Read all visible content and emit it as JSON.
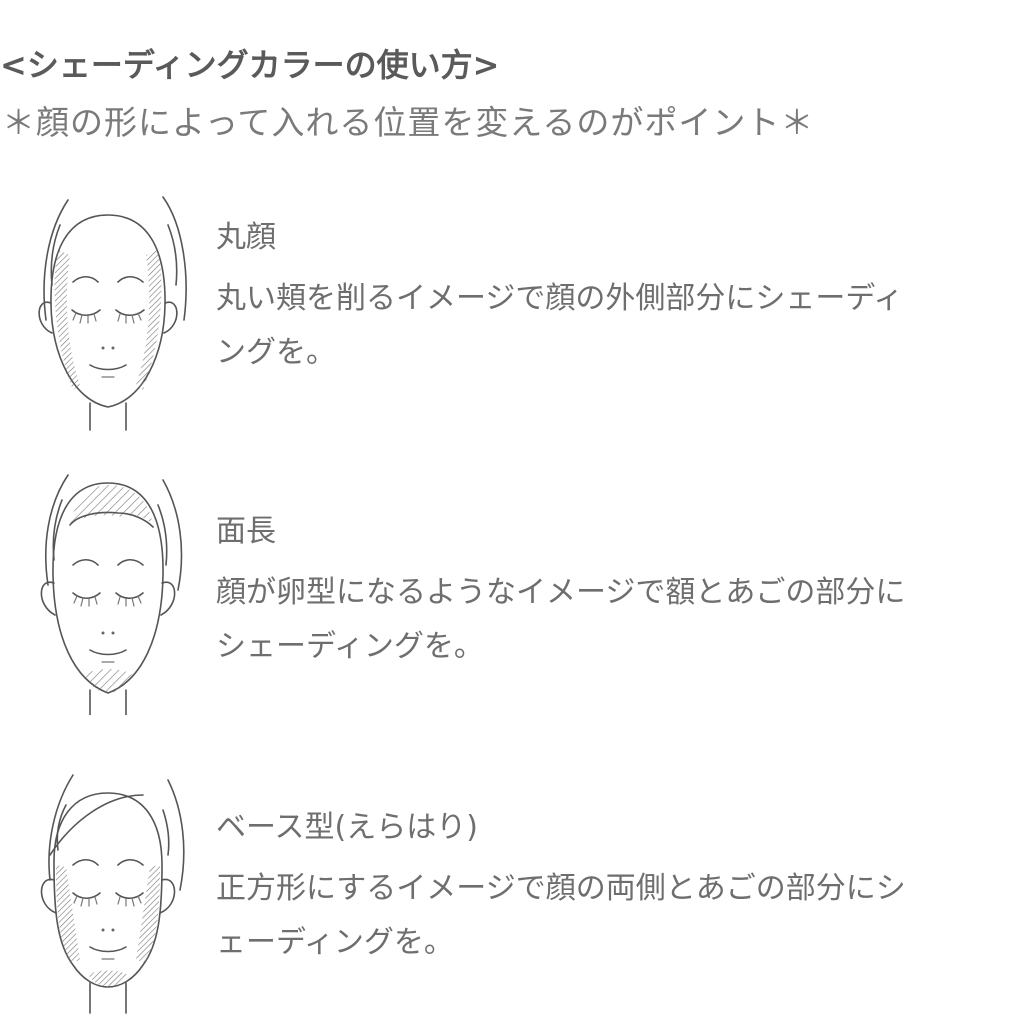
{
  "header": {
    "title": "<シェーディングカラーの使い方>",
    "subtitle": "＊顔の形によって入れる位置を変えるのがポイント＊"
  },
  "sections": [
    {
      "face_type": "round",
      "heading": "丸顔",
      "lines": [
        "丸い頬を削るイメージで顔の外側部分にシェーディ",
        "ングを。"
      ]
    },
    {
      "face_type": "long",
      "heading": "面長",
      "lines": [
        "顔が卵型になるようなイメージで額とあごの部分に",
        "シェーディングを。"
      ]
    },
    {
      "face_type": "base",
      "heading": "ベース型(えらはり)",
      "lines": [
        "正方形にするイメージで顔の両側とあごの部分にシ",
        "ェーディングを。"
      ]
    }
  ],
  "colors": {
    "title": "#5a5a5a",
    "text": "#6e6e6e",
    "line_art": "#555555",
    "background": "#ffffff"
  }
}
